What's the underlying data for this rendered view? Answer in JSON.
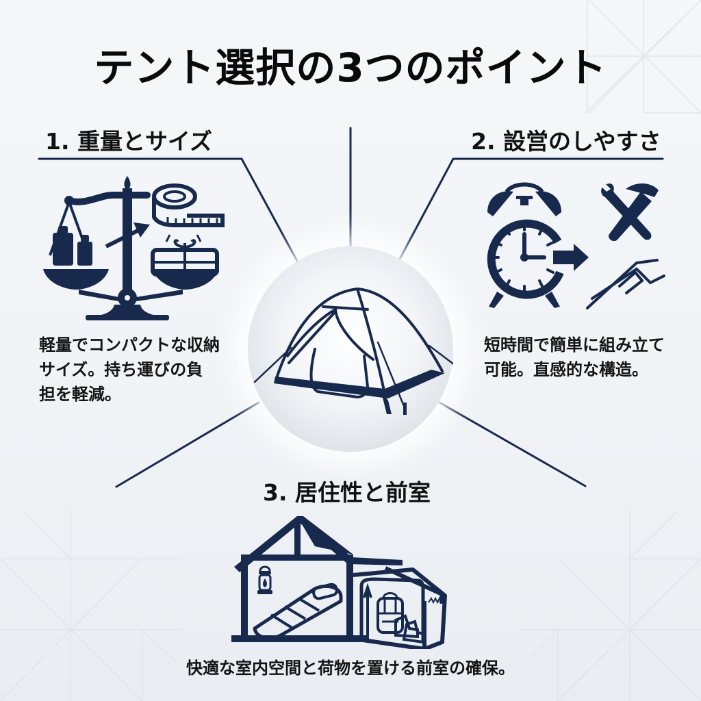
{
  "title": "テント選択の3つのポイント",
  "colors": {
    "navy": "#17294d",
    "text": "#111111",
    "background": "#f2f5f8",
    "pattern": "#dfe3e8"
  },
  "hub": {
    "icon": "dome-tent-icon"
  },
  "points": [
    {
      "number": "1.",
      "heading": "1. 重量とサイズ",
      "icon": "balance-scale-tape-measure-package-icon",
      "description_lines": [
        "軽量でコンパクトな収納",
        "サイズ。持ち運びの負",
        "担を軽減。"
      ]
    },
    {
      "number": "2.",
      "heading": "2. 設営のしやすさ",
      "icon": "alarm-clock-tools-poles-icon",
      "description_lines": [
        "短時間で簡単に組み立て",
        "可能。直感的な構造。"
      ]
    },
    {
      "number": "3.",
      "heading": "3. 居住性と前室",
      "icon": "tent-interior-vestibule-icon",
      "description_lines": [
        "快適な室内空間と荷物を置ける前室の確保。"
      ]
    }
  ]
}
